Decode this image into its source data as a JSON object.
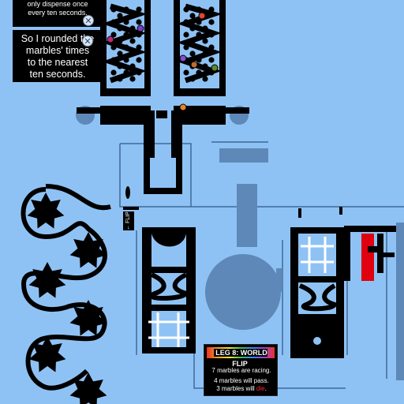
{
  "captions": {
    "top_partial": "only dispense once every ten seconds.",
    "top_partial_lines": [
      "only dispense once",
      "every ten seconds."
    ],
    "rounded_lines": [
      "So I rounded the",
      "marbles' times",
      "to the nearest",
      "ten seconds."
    ]
  },
  "close_icon_glyph": "✕",
  "leg_panel": {
    "title": "LEG 8: WORLD FLIP",
    "racing": "7 marbles are racing.",
    "pass": "4 marbles will pass.",
    "die_prefix": "3 marbles will",
    "die_word": "die",
    "die_suffix": "."
  },
  "flip_sign": "← FLIP",
  "colors": {
    "background": "#8fc2f4",
    "track": "#000000",
    "ghost": "#5d88b8",
    "danger": "#e00010"
  },
  "marbles": [
    {
      "color": "#e8432a",
      "name": "red"
    },
    {
      "color": "#c0287a",
      "name": "magenta"
    },
    {
      "color": "#7a3cc8",
      "name": "purple"
    },
    {
      "color": "#8a4dcc",
      "name": "violet"
    },
    {
      "color": "#c46a2a",
      "name": "brown"
    },
    {
      "color": "#5a8a2a",
      "name": "olive"
    },
    {
      "color": "#e8822a",
      "name": "orange"
    }
  ]
}
